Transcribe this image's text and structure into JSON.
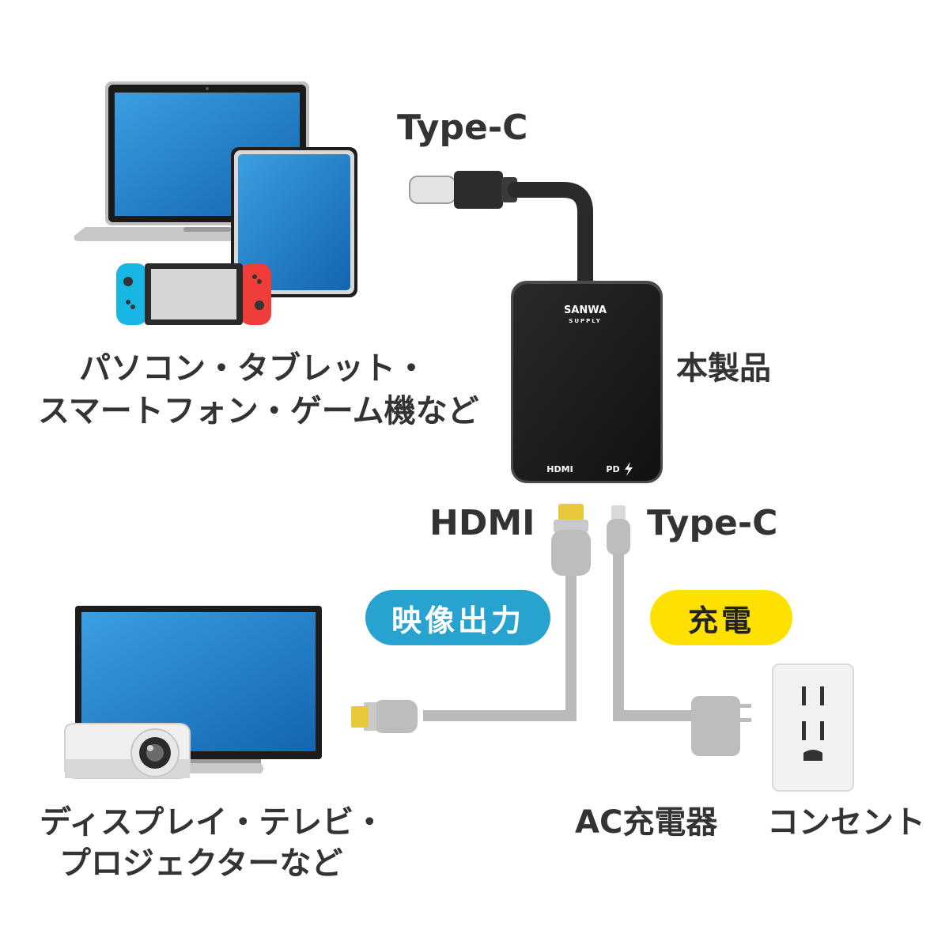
{
  "labels": {
    "type_c_top": "Type-C",
    "product": "本製品",
    "source_line1": "パソコン・タブレット・",
    "source_line2": "スマートフォン・ゲーム機など",
    "hdmi": "HDMI",
    "type_c_port": "Type-C",
    "video_out": "映像出力",
    "charge": "充電",
    "display_line1": "ディスプレイ・テレビ・",
    "display_line2": "プロジェクターなど",
    "ac_charger": "AC充電器",
    "outlet": "コンセント"
  },
  "device": {
    "brand_line1": "SANWA",
    "brand_line2": "SUPPLY",
    "port_hdmi": "HDMI",
    "port_pd": "PD"
  },
  "icons": {
    "laptop": "laptop-icon",
    "tablet": "tablet-icon",
    "game_console": "game-console-icon",
    "monitor": "monitor-icon",
    "projector": "projector-icon",
    "ac_adapter": "ac-adapter-icon",
    "outlet": "wall-outlet-icon",
    "lightning": "lightning-icon"
  },
  "colors": {
    "video_out_pill": "#28a3cf",
    "charge_pill": "#ffe100",
    "screen_blue": "#1e86cf",
    "hdmi_gold": "#e9c93c",
    "cable_gray": "#b9b9b9",
    "device_black": "#1c1c1c",
    "switch_left": "#17b6e3",
    "switch_right": "#ef3d3a"
  }
}
